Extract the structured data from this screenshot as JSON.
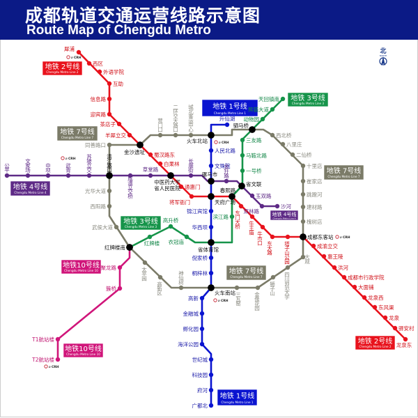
{
  "header": {
    "title_cn": "成都轨道交通运营线路示意图",
    "title_en": "Route Map of Chengdu Metro"
  },
  "north": {
    "label": "北",
    "sub": "NORTH"
  },
  "crh_label": "CRH",
  "transfer_color": "#000000",
  "lines": [
    {
      "id": "1",
      "name_cn": "地铁 1号线",
      "name_en": "Chengdu Metro Line 1",
      "color": "#0a14d0",
      "label_color": "#1a1aa8",
      "stations": [
        "升仙湖",
        "火车北站",
        "人民北路",
        "文殊院",
        "骡马市",
        "天府广场",
        "锦江宾馆",
        "华西坝",
        "省体育馆",
        "倪家桥",
        "桐梓林",
        "火车南站",
        "高新",
        "金融城",
        "孵化园",
        "海洋公园",
        "世纪城",
        "科技园",
        "府河",
        "广都北"
      ]
    },
    {
      "id": "2",
      "name_cn": "地铁 2号线",
      "name_en": "Chengdu Metro Line 2",
      "color": "#e8121c",
      "label_color": "#d01018",
      "stations": [
        "犀浦",
        "西区",
        "外语学院",
        "互助",
        "信息路",
        "迎宾路",
        "茶店子",
        "羊犀立交",
        "金沙遗址",
        "蜀汉路东",
        "白果林",
        "中医药大学 省人民医院",
        "通惠门",
        "将军衙门",
        "天府广场",
        "春熙路",
        "东门大桥",
        "牛王庙",
        "牛市口",
        "东大路",
        "塔子山公园",
        "成都东客站",
        "成渝立交",
        "惠王陵",
        "洪河",
        "成都市行政学院",
        "大面铺",
        "龙泉西",
        "东风渠",
        "龙泉",
        "驿安村",
        "龙泉东"
      ]
    },
    {
      "id": "3",
      "name_cn": "地铁 3号线",
      "name_en": "Chengdu Metro Line 3",
      "color": "#16944a",
      "label_color": "#16884a",
      "stations": [
        "天回镇南",
        "熊猫大道",
        "动物园",
        "驷马桥",
        "三友路",
        "马鞍北路",
        "一号桥",
        "省文联",
        "春熙路",
        "滨江路",
        "省体育馆",
        "衣冠庙",
        "高升桥",
        "红牌楼",
        "红牌楼南"
      ]
    },
    {
      "id": "4",
      "name_cn": "地铁 4号线",
      "name_en": "Chengdu Metro Line 4",
      "color": "#5e2a86",
      "label_color": "#5e2a86",
      "stations": [
        "公平",
        "文家场",
        "中坝",
        "武青",
        "苏坡立交",
        "清江路口",
        "成温立交桥",
        "草堂路",
        "中医药大学 省人民医院",
        "长顺街",
        "骡马市",
        "太升路",
        "省文联",
        "玉双路",
        "双林路",
        "沙河"
      ]
    },
    {
      "id": "7",
      "name_cn": "地铁 7号线",
      "name_en": "Chengdu Metro Line 7",
      "color": "#7b7b68",
      "label_color": "#8a8a80",
      "stations": [
        "火车北站",
        "城北客运中心",
        "二环交大路口",
        "营门口",
        "金沙遗址",
        "同善路口",
        "清江路口",
        "光华大道",
        "西阳路",
        "武侯大道",
        "红牌楼南",
        "太平园",
        "高新区",
        "神仙树",
        "火车南站",
        "三瓦窑",
        "金像花园",
        "狮子山",
        "四川师范大学",
        "大观",
        "成都东客站",
        "槐树店",
        "建材路",
        "跳蹬河",
        "崔家店",
        "十里店",
        "二仙桥",
        "八里庄",
        "西北桥",
        "驷马桥"
      ]
    },
    {
      "id": "10",
      "name_cn": "地铁10号线",
      "name_en": "Chengdu Metro Line 10",
      "color": "#d0157a",
      "label_color": "#c01470",
      "stations": [
        "红牌楼南",
        "聚龙路",
        "簇桥",
        "T1航站楼",
        "T2航站楼"
      ]
    }
  ]
}
